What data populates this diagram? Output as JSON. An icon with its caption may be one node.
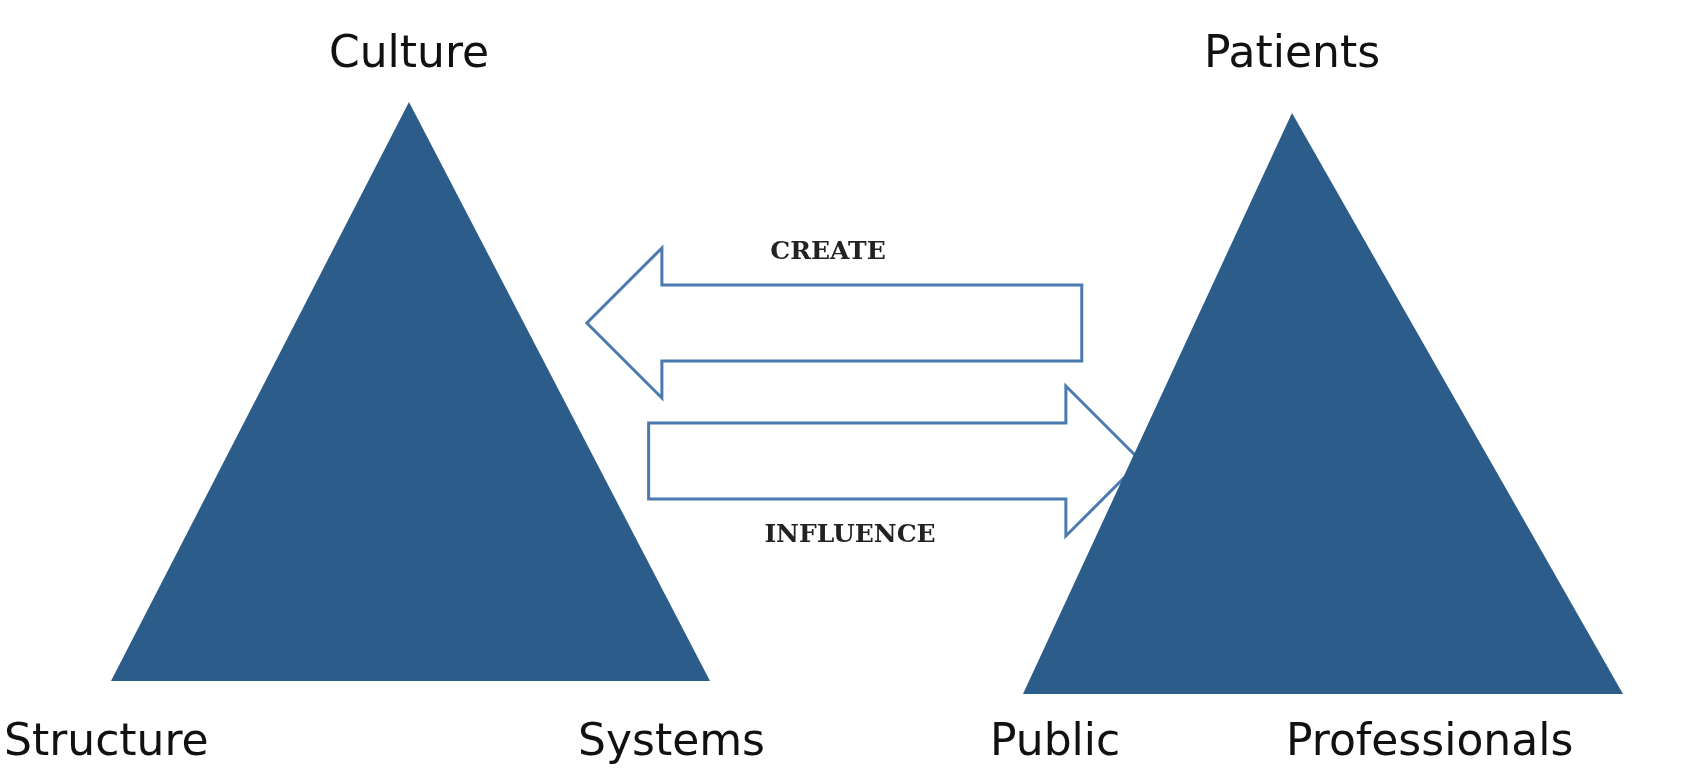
{
  "diagram": {
    "nodes": [
      {
        "text": [
          "Culture",
          "Structure",
          "Systems"
        ]
      },
      {
        "text": [
          "Patients",
          "Public",
          "Professionals"
        ]
      }
    ],
    "edges": [
      {
        "from": 1,
        "to": 0,
        "arrow": "to",
        "label": "CREATE"
      },
      {
        "from": 0,
        "to": 1,
        "arrow": "to",
        "label": "INFLUENCE"
      }
    ]
  }
}
